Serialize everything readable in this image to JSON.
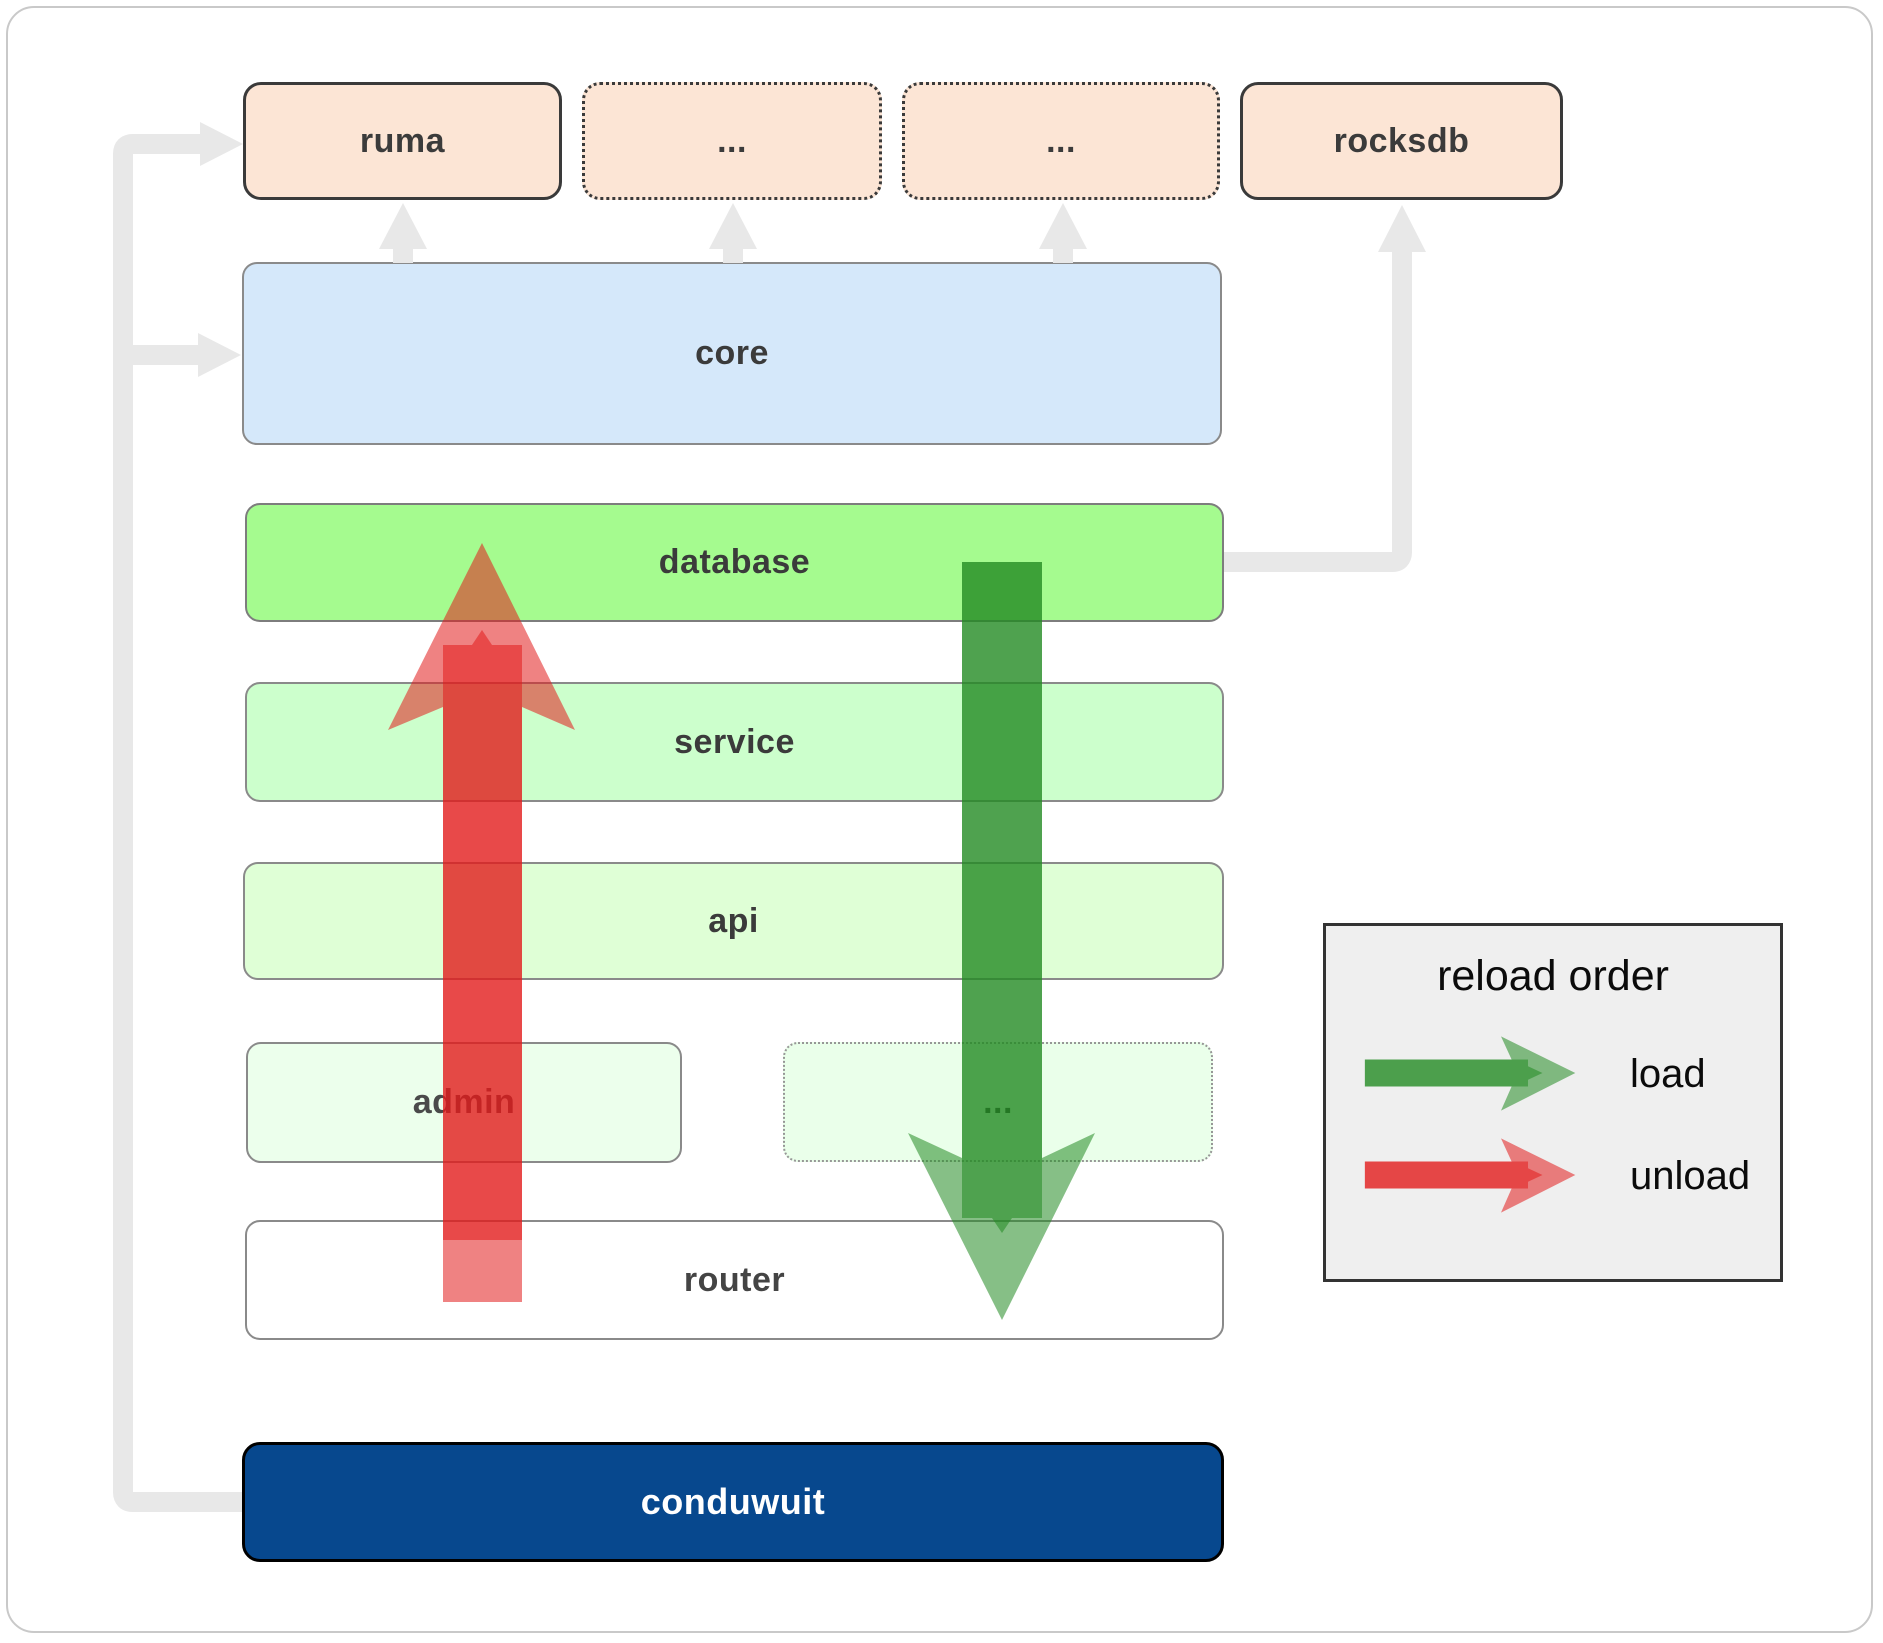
{
  "diagram": {
    "nodes": {
      "ruma": {
        "label": "ruma"
      },
      "dots_top_1": {
        "label": "..."
      },
      "dots_top_2": {
        "label": "..."
      },
      "rocksdb": {
        "label": "rocksdb"
      },
      "core": {
        "label": "core"
      },
      "database": {
        "label": "database"
      },
      "service": {
        "label": "service"
      },
      "api": {
        "label": "api"
      },
      "admin": {
        "label": "admin"
      },
      "dots_mid": {
        "label": "..."
      },
      "router": {
        "label": "router"
      },
      "conduwuit": {
        "label": "conduwuit"
      }
    },
    "legend": {
      "title": "reload order",
      "items": [
        {
          "name": "load",
          "label": "load",
          "color": "#228b22"
        },
        {
          "name": "unload",
          "label": "unload",
          "color": "#e21b1b"
        }
      ]
    },
    "colors": {
      "load_arrow": "#228b22",
      "unload_arrow": "#e21b1b",
      "connector_gray": "#e8e8e8",
      "conduwuit_bg": "#07488e",
      "core_bg": "#d5e8fa",
      "database_bg": "#a5fb8f",
      "service_bg": "#ccffcc",
      "api_bg": "#dfffd6",
      "admin_bg": "#ecffec",
      "module_bg": "#fce5d5",
      "legend_bg": "#efefef"
    }
  }
}
